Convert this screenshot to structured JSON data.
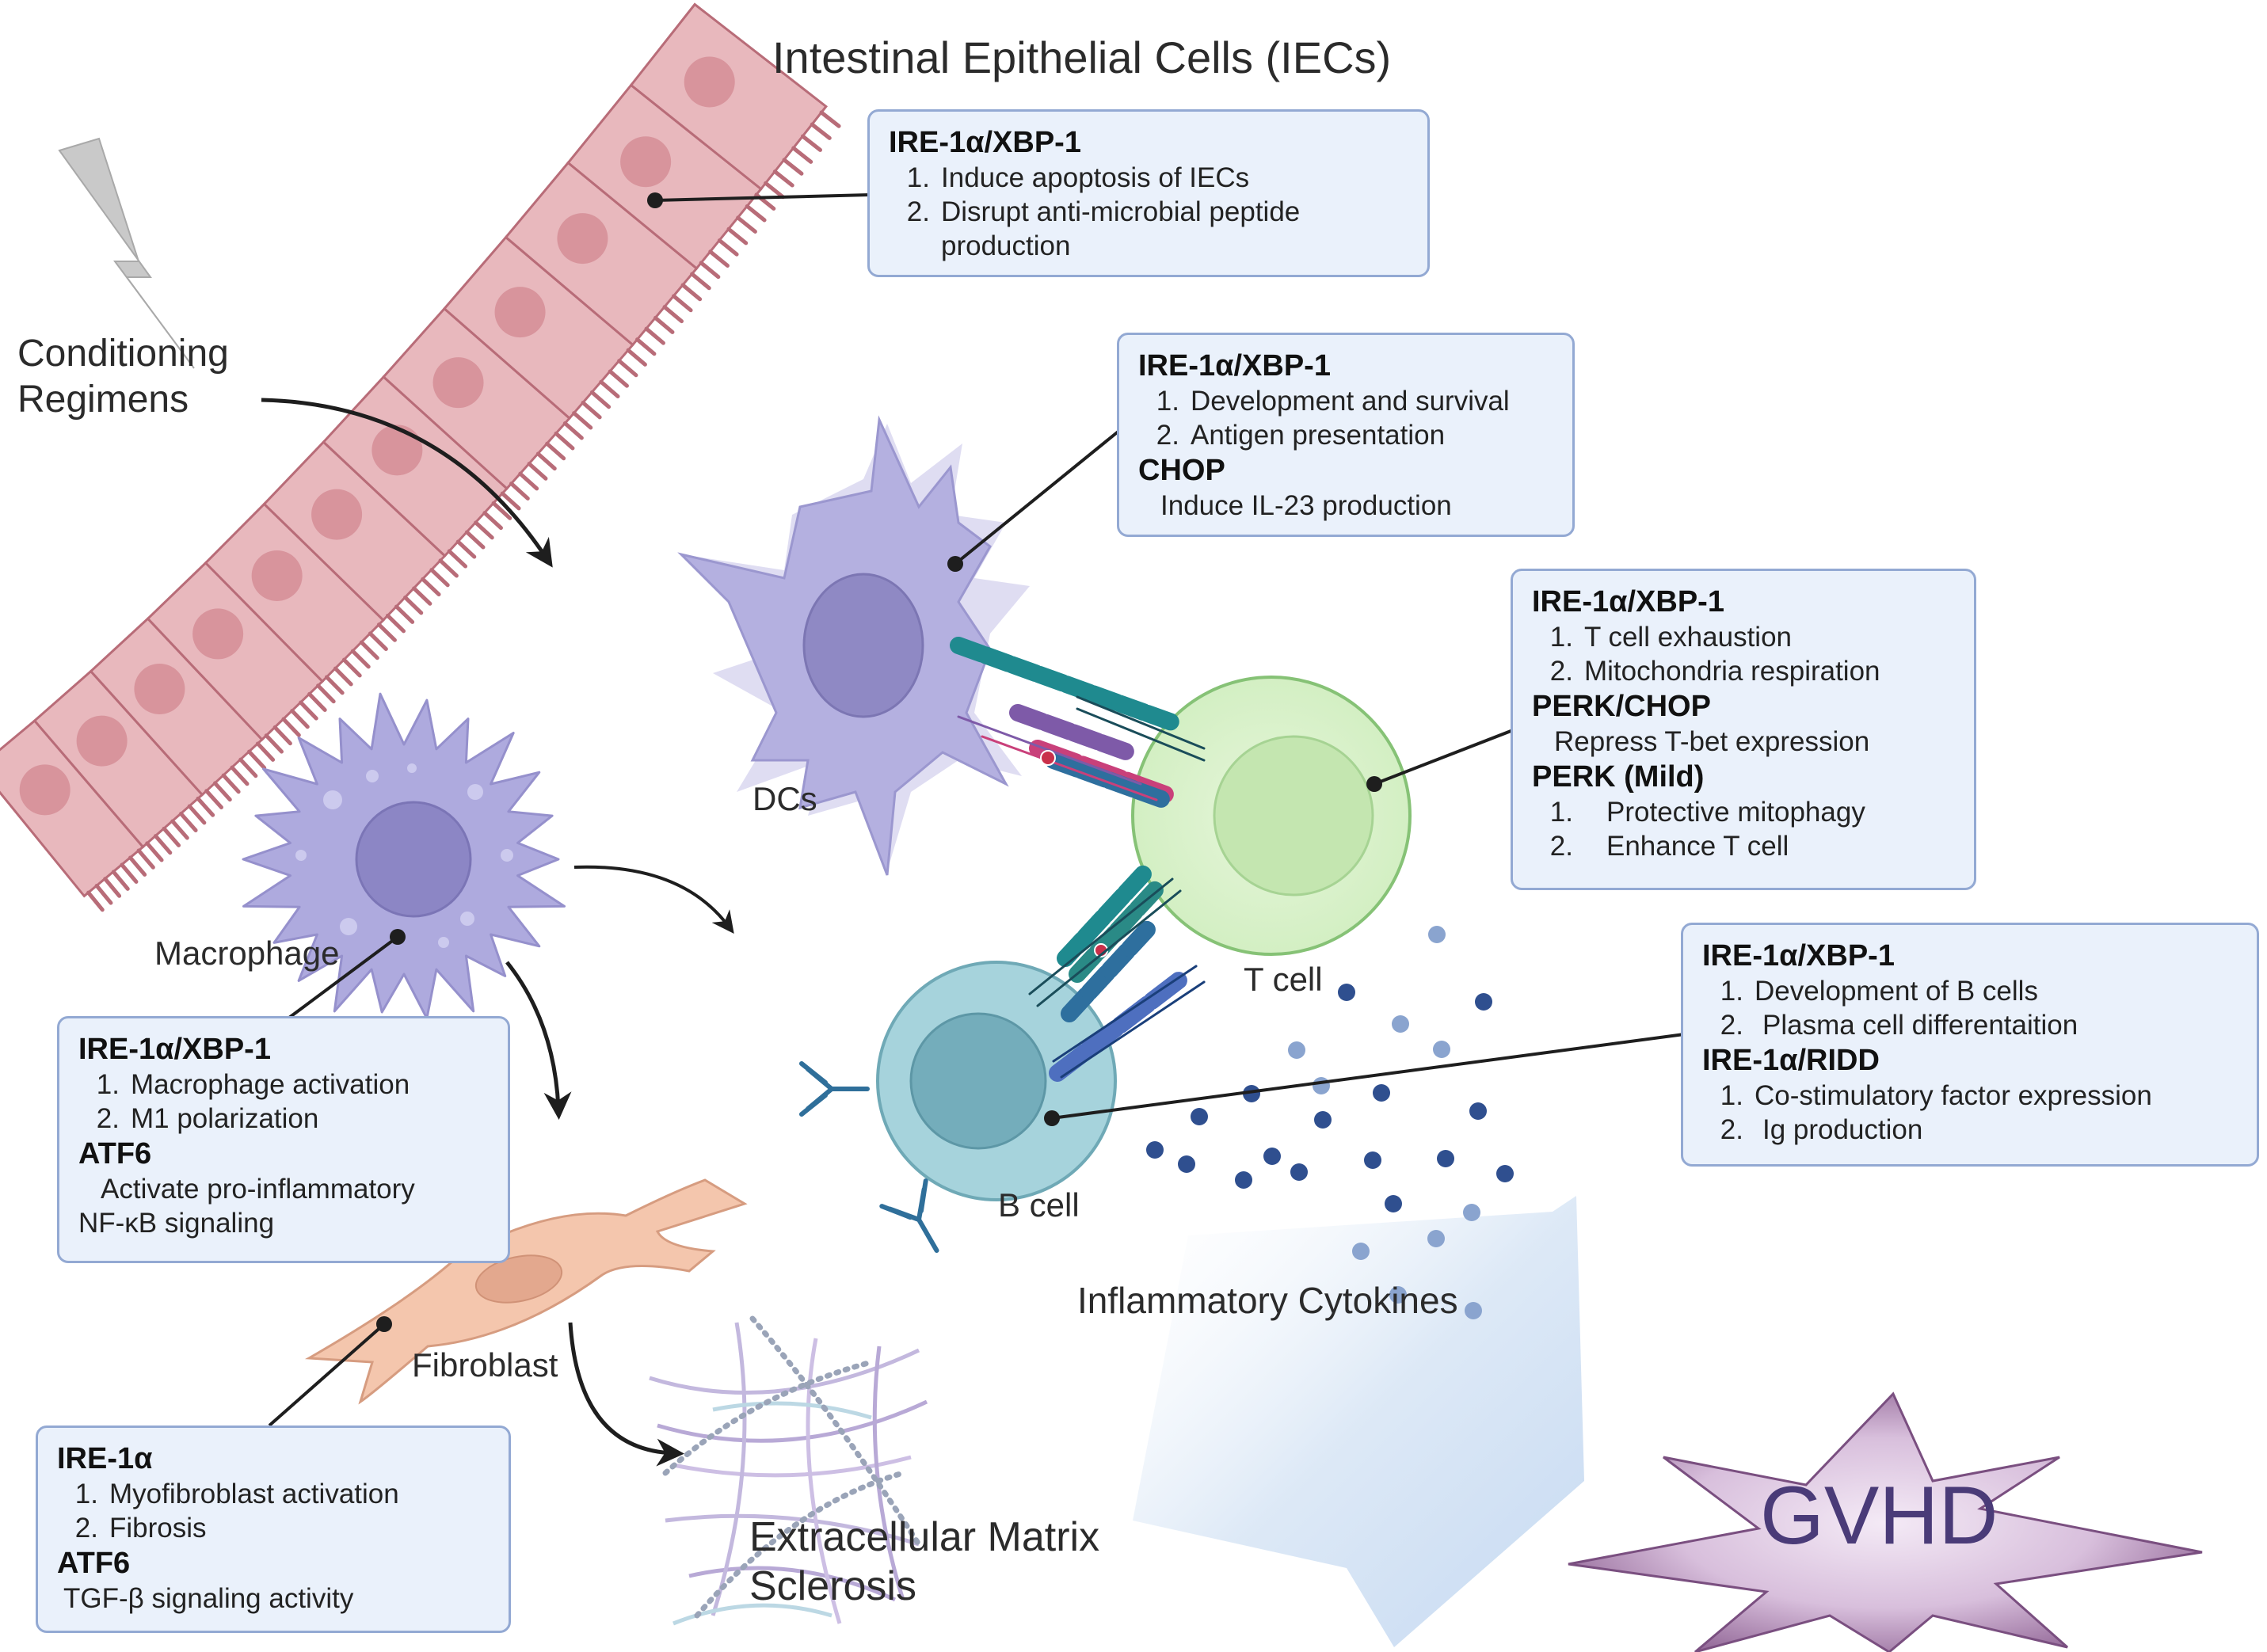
{
  "title": "Intestinal Epithelial Cells (IECs)",
  "conditioning": "Conditioning Regimens",
  "cell_labels": {
    "dcs": "DCs",
    "macrophage": "Macrophage",
    "t_cell": "T cell",
    "b_cell": "B cell",
    "fibroblast": "Fibroblast"
  },
  "cytokines_label": "Inflammatory Cytokines",
  "ecm_label": "Extracellular Matrix Sclerosis",
  "gvhd_label": "GVHD",
  "colors": {
    "epithelium": "#e8b8bd",
    "epithelium_border": "#b86c78",
    "dc": "#b4b0e0",
    "macrophage": "#aeaade",
    "t_cell": "#dff3d2",
    "b_cell": "#a6d3dc",
    "fibroblast": "#f4c6ad",
    "box_fill": "#eaf1fb",
    "box_border": "#93a9d3",
    "gvhd_text": "#4a3b78"
  },
  "boxes": {
    "iec": {
      "s1_head": "IRE-1α/XBP-1",
      "s1_items": [
        {
          "n": "1.",
          "t": "Induce apoptosis of IECs"
        },
        {
          "n": "2.",
          "t": "Disrupt anti-microbial peptide production"
        }
      ]
    },
    "dc": {
      "s1_head": "IRE-1α/XBP-1",
      "s1_items": [
        {
          "n": "1.",
          "t": "Development and survival"
        },
        {
          "n": "2.",
          "t": "Antigen presentation"
        }
      ],
      "s2_head": "CHOP",
      "s2_text": "Induce IL-23 production"
    },
    "tcell": {
      "s1_head": "IRE-1α/XBP-1",
      "s1_items": [
        {
          "n": "1.",
          "t": "T cell exhaustion"
        },
        {
          "n": "2.",
          "t": "Mitochondria respiration"
        }
      ],
      "s2_head": "PERK/CHOP",
      "s2_text": "Repress T-bet expression",
      "s3_head": "PERK (Mild)",
      "s3_items": [
        {
          "n": "1.",
          "t": "Protective mitophagy"
        },
        {
          "n": "2.",
          "t": "Enhance T cell"
        }
      ]
    },
    "bcell": {
      "s1_head": "IRE-1α/XBP-1",
      "s1_items": [
        {
          "n": "1.",
          "t": "Development of B cells"
        },
        {
          "n": "2.",
          "t": "Plasma cell differentaition"
        }
      ],
      "s2_head": "IRE-1α/RIDD",
      "s2_items": [
        {
          "n": "1.",
          "t": "Co-stimulatory factor expression"
        },
        {
          "n": "2.",
          "t": "Ig production"
        }
      ]
    },
    "macrophage": {
      "s1_head": "IRE-1α/XBP-1",
      "s1_items": [
        {
          "n": "1.",
          "t": "Macrophage activation"
        },
        {
          "n": "2.",
          "t": "M1 polarization"
        }
      ],
      "s2_head": "ATF6",
      "s2_text": "Activate pro-inflammatory",
      "s2_text2": "NF-κB signaling"
    },
    "fibroblast": {
      "s1_head": "IRE-1α",
      "s1_items": [
        {
          "n": "1.",
          "t": "Myofibroblast activation"
        },
        {
          "n": "2.",
          "t": "Fibrosis"
        }
      ],
      "s2_head": "ATF6",
      "s2_text": "TGF-β signaling activity"
    }
  }
}
